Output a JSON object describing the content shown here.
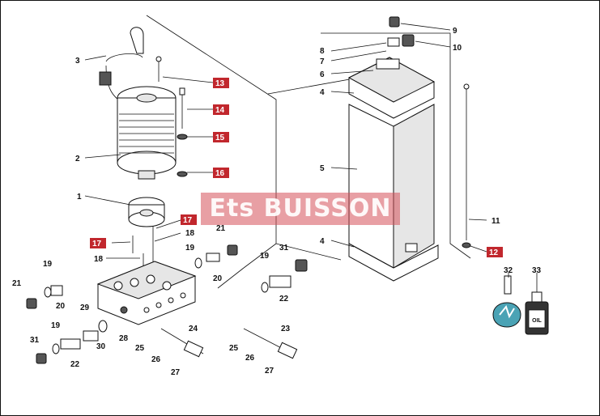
{
  "watermark": {
    "text": "Ets BUISSON"
  },
  "labels": [
    {
      "id": "l1",
      "text": "1"
    },
    {
      "id": "l2",
      "text": "2"
    },
    {
      "id": "l3",
      "text": "3"
    },
    {
      "id": "l4a",
      "text": "4"
    },
    {
      "id": "l4b",
      "text": "4"
    },
    {
      "id": "l5",
      "text": "5"
    },
    {
      "id": "l6",
      "text": "6"
    },
    {
      "id": "l7",
      "text": "7"
    },
    {
      "id": "l8",
      "text": "8"
    },
    {
      "id": "l9",
      "text": "9"
    },
    {
      "id": "l10",
      "text": "10"
    },
    {
      "id": "l11",
      "text": "11"
    },
    {
      "id": "l18a",
      "text": "18"
    },
    {
      "id": "l18b",
      "text": "18"
    },
    {
      "id": "l19a",
      "text": "19"
    },
    {
      "id": "l19b",
      "text": "19"
    },
    {
      "id": "l19c",
      "text": "19"
    },
    {
      "id": "l19d",
      "text": "19"
    },
    {
      "id": "l20a",
      "text": "20"
    },
    {
      "id": "l20b",
      "text": "20"
    },
    {
      "id": "l21a",
      "text": "21"
    },
    {
      "id": "l21b",
      "text": "21"
    },
    {
      "id": "l22a",
      "text": "22"
    },
    {
      "id": "l22b",
      "text": "22"
    },
    {
      "id": "l23",
      "text": "23"
    },
    {
      "id": "l24",
      "text": "24"
    },
    {
      "id": "l25a",
      "text": "25"
    },
    {
      "id": "l25b",
      "text": "25"
    },
    {
      "id": "l26a",
      "text": "26"
    },
    {
      "id": "l26b",
      "text": "26"
    },
    {
      "id": "l27a",
      "text": "27"
    },
    {
      "id": "l27b",
      "text": "27"
    },
    {
      "id": "l28",
      "text": "28"
    },
    {
      "id": "l29",
      "text": "29"
    },
    {
      "id": "l30",
      "text": "30"
    },
    {
      "id": "l31a",
      "text": "31"
    },
    {
      "id": "l31b",
      "text": "31"
    },
    {
      "id": "l32",
      "text": "32"
    },
    {
      "id": "l33",
      "text": "33"
    }
  ],
  "red_labels": [
    {
      "id": "r12",
      "text": "12"
    },
    {
      "id": "r13",
      "text": "13"
    },
    {
      "id": "r14",
      "text": "14"
    },
    {
      "id": "r15",
      "text": "15"
    },
    {
      "id": "r16",
      "text": "16"
    },
    {
      "id": "r17a",
      "text": "17"
    },
    {
      "id": "r17b",
      "text": "17"
    }
  ],
  "bottle_label": "OIL",
  "colors": {
    "callout_red": "#c1272d",
    "watermark": "#d6505a",
    "teal_icon": "#4aa3b5"
  }
}
